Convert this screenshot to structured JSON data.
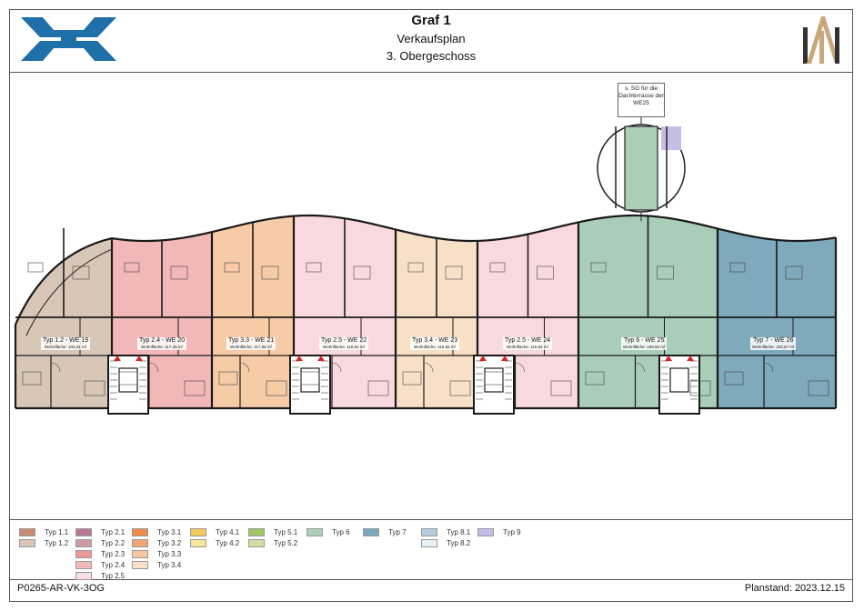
{
  "header": {
    "title": "Graf 1",
    "subtitle": "Verkaufsplan",
    "floor": "3. Obergeschoss"
  },
  "plan": {
    "note": "s. SG für die Dachterrasse der WE25",
    "units": [
      {
        "label": "Typ 1.2 - WE 19",
        "area": "Wohnfläche: 103,31 m²",
        "color": "#d8c6b6"
      },
      {
        "label": "Typ 2.4 - WE 20",
        "area": "Wohnfläche: 117,36 m²",
        "color": "#f2b8b8"
      },
      {
        "label": "Typ 3.3 - WE 21",
        "area": "Wohnfläche: 117,98 m²",
        "color": "#f6cba6"
      },
      {
        "label": "Typ 2.5 - WE 22",
        "area": "Wohnfläche: 116,94 m²",
        "color": "#f8d9de"
      },
      {
        "label": "Typ 3.4 - WE 23",
        "area": "Wohnfläche: 115,96 m²",
        "color": "#f8e0c6"
      },
      {
        "label": "Typ 2.5 - WE 24",
        "area": "Wohnfläche: 116,94 m²",
        "color": "#f8d9de"
      },
      {
        "label": "Typ 6 - WE 25",
        "area": "Wohnfläche: 189,56 m²",
        "color": "#a9cdb6"
      },
      {
        "label": "Typ 7 - WE 26",
        "area": "Wohnfläche: 183,67 m²",
        "color": "#7fa9bd"
      }
    ]
  },
  "legend": [
    {
      "label": "Typ 1.1",
      "color": "#c98c74"
    },
    {
      "label": "Typ 1.2",
      "color": "#d9c5b3"
    },
    {
      "label": "Typ 2.1",
      "color": "#b77996"
    },
    {
      "label": "Typ 2.2",
      "color": "#d39aa2"
    },
    {
      "label": "Typ 2.3",
      "color": "#ea9a9a"
    },
    {
      "label": "Typ 2.4",
      "color": "#f2b9b9"
    },
    {
      "label": "Typ 2.5",
      "color": "#f8dde2"
    },
    {
      "label": "Typ 3.1",
      "color": "#ef8a48"
    },
    {
      "label": "Typ 3.2",
      "color": "#f2a576"
    },
    {
      "label": "Typ 3.3",
      "color": "#f6c8a2"
    },
    {
      "label": "Typ 3.4",
      "color": "#fae1c8"
    },
    {
      "label": "Typ 4.1",
      "color": "#f5c95b"
    },
    {
      "label": "Typ 4.2",
      "color": "#f7e79a"
    },
    {
      "label": "Typ 5.1",
      "color": "#9ec766"
    },
    {
      "label": "Typ 5.2",
      "color": "#cfe0a6"
    },
    {
      "label": "Typ 6",
      "color": "#a9cfb7"
    },
    {
      "label": "Typ 7",
      "color": "#7aa8bc"
    },
    {
      "label": "Typ 8.1",
      "color": "#b4cde0"
    },
    {
      "label": "Typ 8.2",
      "color": "#e6f1f7"
    },
    {
      "label": "Typ 9",
      "color": "#c6bde5"
    }
  ],
  "footer": {
    "code": "P0265-AR-VK-3OG",
    "stand": "Planstand: 2023.12.15"
  },
  "colors": {
    "logo_blue": "#1f6fa8",
    "logo_gold": "#c9a77a",
    "wall": "#1a1a1a"
  }
}
